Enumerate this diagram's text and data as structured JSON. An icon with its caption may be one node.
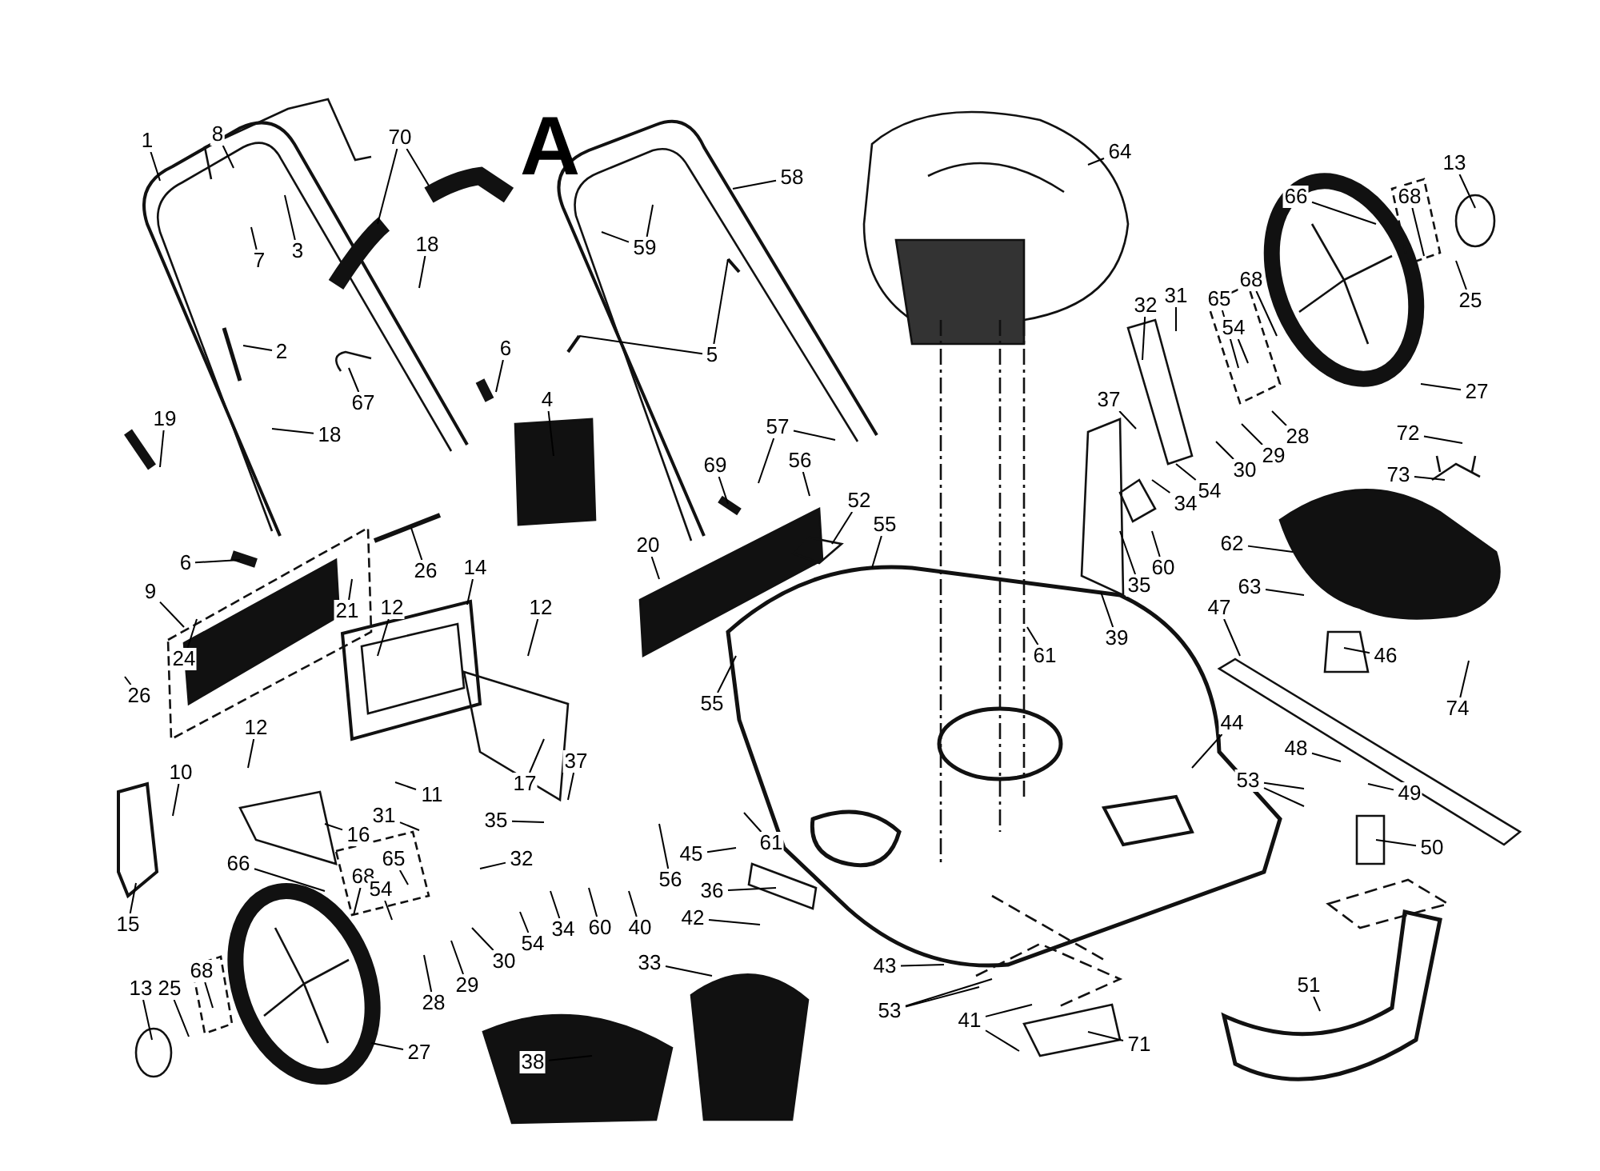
{
  "diagram": {
    "title": "A",
    "nodes": [
      {
        "text": [
          "1"
        ]
      },
      {
        "text": [
          "8"
        ]
      },
      {
        "text": [
          "70"
        ]
      },
      {
        "text": [
          "64"
        ]
      },
      {
        "text": [
          "58"
        ]
      },
      {
        "text": [
          "13"
        ]
      },
      {
        "text": [
          "66"
        ]
      },
      {
        "text": [
          "68"
        ]
      },
      {
        "text": [
          "18"
        ]
      },
      {
        "text": [
          "59"
        ]
      },
      {
        "text": [
          "7"
        ]
      },
      {
        "text": [
          "3"
        ]
      },
      {
        "text": [
          "31"
        ]
      },
      {
        "text": [
          "32"
        ]
      },
      {
        "text": [
          "65"
        ]
      },
      {
        "text": [
          "68"
        ]
      },
      {
        "text": [
          "25"
        ]
      },
      {
        "text": [
          "54"
        ]
      },
      {
        "text": [
          "6"
        ]
      },
      {
        "text": [
          "2"
        ]
      },
      {
        "text": [
          "5"
        ]
      },
      {
        "text": [
          "27"
        ]
      },
      {
        "text": [
          "37"
        ]
      },
      {
        "text": [
          "67"
        ]
      },
      {
        "text": [
          "4"
        ]
      },
      {
        "text": [
          "19"
        ]
      },
      {
        "text": [
          "57"
        ]
      },
      {
        "text": [
          "72"
        ]
      },
      {
        "text": [
          "18"
        ]
      },
      {
        "text": [
          "28"
        ]
      },
      {
        "text": [
          "56"
        ]
      },
      {
        "text": [
          "69"
        ]
      },
      {
        "text": [
          "30"
        ]
      },
      {
        "text": [
          "73"
        ]
      },
      {
        "text": [
          "29"
        ]
      },
      {
        "text": [
          "54"
        ]
      },
      {
        "text": [
          "52"
        ]
      },
      {
        "text": [
          "34"
        ]
      },
      {
        "text": [
          "55"
        ]
      },
      {
        "text": [
          "62"
        ]
      },
      {
        "text": [
          "20"
        ]
      },
      {
        "text": [
          "6"
        ]
      },
      {
        "text": [
          "14"
        ]
      },
      {
        "text": [
          "60"
        ]
      },
      {
        "text": [
          "26"
        ]
      },
      {
        "text": [
          "35"
        ]
      },
      {
        "text": [
          "63"
        ]
      },
      {
        "text": [
          "9"
        ]
      },
      {
        "text": [
          "12"
        ]
      },
      {
        "text": [
          "12"
        ]
      },
      {
        "text": [
          "21"
        ]
      },
      {
        "text": [
          "47"
        ]
      },
      {
        "text": [
          "39"
        ]
      },
      {
        "text": [
          "61"
        ]
      },
      {
        "text": [
          "46"
        ]
      },
      {
        "text": [
          "24"
        ]
      },
      {
        "text": [
          "26"
        ]
      },
      {
        "text": [
          "55"
        ]
      },
      {
        "text": [
          "74"
        ]
      },
      {
        "text": [
          "44"
        ]
      },
      {
        "text": [
          "12"
        ]
      },
      {
        "text": [
          "37"
        ]
      },
      {
        "text": [
          "48"
        ]
      },
      {
        "text": [
          "53"
        ]
      },
      {
        "text": [
          "10"
        ]
      },
      {
        "text": [
          "49"
        ]
      },
      {
        "text": [
          "11"
        ]
      },
      {
        "text": [
          "17"
        ]
      },
      {
        "text": [
          "31"
        ]
      },
      {
        "text": [
          "35"
        ]
      },
      {
        "text": [
          "16"
        ]
      },
      {
        "text": [
          "61"
        ]
      },
      {
        "text": [
          "50"
        ]
      },
      {
        "text": [
          "32"
        ]
      },
      {
        "text": [
          "45"
        ]
      },
      {
        "text": [
          "65"
        ]
      },
      {
        "text": [
          "66"
        ]
      },
      {
        "text": [
          "68"
        ]
      },
      {
        "text": [
          "56"
        ]
      },
      {
        "text": [
          "54"
        ]
      },
      {
        "text": [
          "36"
        ]
      },
      {
        "text": [
          "42"
        ]
      },
      {
        "text": [
          "15"
        ]
      },
      {
        "text": [
          "34"
        ]
      },
      {
        "text": [
          "60"
        ]
      },
      {
        "text": [
          "40"
        ]
      },
      {
        "text": [
          "54"
        ]
      },
      {
        "text": [
          "30"
        ]
      },
      {
        "text": [
          "33"
        ]
      },
      {
        "text": [
          "43"
        ]
      },
      {
        "text": [
          "68"
        ]
      },
      {
        "text": [
          "29"
        ]
      },
      {
        "text": [
          "51"
        ]
      },
      {
        "text": [
          "13"
        ]
      },
      {
        "text": [
          "25"
        ]
      },
      {
        "text": [
          "28"
        ]
      },
      {
        "text": [
          "53"
        ]
      },
      {
        "text": [
          "41"
        ]
      },
      {
        "text": [
          "71"
        ]
      },
      {
        "text": [
          "27"
        ]
      },
      {
        "text": [
          "38"
        ]
      }
    ],
    "edges": [
      {
        "from": 0,
        "to": null,
        "arrow": "none"
      },
      {
        "from": 1,
        "to": null,
        "arrow": "none"
      },
      {
        "from": 2,
        "to": null,
        "arrow": "none"
      },
      {
        "from": 2,
        "to": null,
        "arrow": "none"
      },
      {
        "from": 3,
        "to": null,
        "arrow": "none"
      },
      {
        "from": 4,
        "to": null,
        "arrow": "none"
      },
      {
        "from": 5,
        "to": null,
        "arrow": "none"
      },
      {
        "from": 6,
        "to": null,
        "arrow": "none"
      },
      {
        "from": 7,
        "to": null,
        "arrow": "none"
      },
      {
        "from": 8,
        "to": null,
        "arrow": "none"
      },
      {
        "from": 9,
        "to": null,
        "arrow": "none"
      },
      {
        "from": 9,
        "to": null,
        "arrow": "none"
      },
      {
        "from": 10,
        "to": null,
        "arrow": "none"
      },
      {
        "from": 11,
        "to": null,
        "arrow": "none"
      },
      {
        "from": 12,
        "to": null,
        "arrow": "none"
      },
      {
        "from": 13,
        "to": null,
        "arrow": "none"
      },
      {
        "from": 14,
        "to": null,
        "arrow": "none"
      },
      {
        "from": 15,
        "to": null,
        "arrow": "none"
      },
      {
        "from": 16,
        "to": null,
        "arrow": "none"
      },
      {
        "from": 17,
        "to": null,
        "arrow": "none"
      },
      {
        "from": 18,
        "to": null,
        "arrow": "none"
      },
      {
        "from": 19,
        "to": null,
        "arrow": "none"
      },
      {
        "from": 20,
        "to": null,
        "arrow": "none"
      },
      {
        "from": 20,
        "to": null,
        "arrow": "none"
      },
      {
        "from": 21,
        "to": null,
        "arrow": "none"
      },
      {
        "from": 22,
        "to": null,
        "arrow": "none"
      },
      {
        "from": 23,
        "to": null,
        "arrow": "none"
      },
      {
        "from": 24,
        "to": null,
        "arrow": "none"
      },
      {
        "from": 25,
        "to": null,
        "arrow": "none"
      },
      {
        "from": 26,
        "to": null,
        "arrow": "none"
      },
      {
        "from": 26,
        "to": null,
        "arrow": "none"
      },
      {
        "from": 27,
        "to": null,
        "arrow": "none"
      },
      {
        "from": 28,
        "to": null,
        "arrow": "none"
      },
      {
        "from": 29,
        "to": null,
        "arrow": "none"
      },
      {
        "from": 30,
        "to": null,
        "arrow": "none"
      },
      {
        "from": 31,
        "to": null,
        "arrow": "none"
      },
      {
        "from": 32,
        "to": null,
        "arrow": "none"
      },
      {
        "from": 33,
        "to": null,
        "arrow": "none"
      },
      {
        "from": 34,
        "to": null,
        "arrow": "none"
      },
      {
        "from": 35,
        "to": null,
        "arrow": "none"
      },
      {
        "from": 36,
        "to": null,
        "arrow": "none"
      },
      {
        "from": 37,
        "to": null,
        "arrow": "none"
      },
      {
        "from": 38,
        "to": null,
        "arrow": "none"
      },
      {
        "from": 39,
        "to": null,
        "arrow": "none"
      },
      {
        "from": 40,
        "to": null,
        "arrow": "none"
      },
      {
        "from": 41,
        "to": null,
        "arrow": "none"
      },
      {
        "from": 42,
        "to": null,
        "arrow": "none"
      },
      {
        "from": 43,
        "to": null,
        "arrow": "none"
      },
      {
        "from": 44,
        "to": null,
        "arrow": "none"
      },
      {
        "from": 45,
        "to": null,
        "arrow": "none"
      },
      {
        "from": 46,
        "to": null,
        "arrow": "none"
      },
      {
        "from": 47,
        "to": null,
        "arrow": "none"
      },
      {
        "from": 48,
        "to": null,
        "arrow": "none"
      },
      {
        "from": 49,
        "to": null,
        "arrow": "none"
      },
      {
        "from": 50,
        "to": null,
        "arrow": "none"
      },
      {
        "from": 51,
        "to": null,
        "arrow": "none"
      },
      {
        "from": 52,
        "to": null,
        "arrow": "none"
      },
      {
        "from": 53,
        "to": null,
        "arrow": "none"
      },
      {
        "from": 54,
        "to": null,
        "arrow": "none"
      },
      {
        "from": 55,
        "to": null,
        "arrow": "none"
      },
      {
        "from": 56,
        "to": null,
        "arrow": "none"
      },
      {
        "from": 57,
        "to": null,
        "arrow": "none"
      },
      {
        "from": 58,
        "to": null,
        "arrow": "none"
      },
      {
        "from": 59,
        "to": null,
        "arrow": "none"
      },
      {
        "from": 60,
        "to": null,
        "arrow": "none"
      },
      {
        "from": 61,
        "to": null,
        "arrow": "none"
      },
      {
        "from": 62,
        "to": null,
        "arrow": "none"
      },
      {
        "from": 63,
        "to": null,
        "arrow": "none"
      },
      {
        "from": 63,
        "to": null,
        "arrow": "none"
      },
      {
        "from": 64,
        "to": null,
        "arrow": "none"
      },
      {
        "from": 65,
        "to": null,
        "arrow": "none"
      },
      {
        "from": 66,
        "to": null,
        "arrow": "none"
      },
      {
        "from": 67,
        "to": null,
        "arrow": "none"
      },
      {
        "from": 68,
        "to": null,
        "arrow": "none"
      },
      {
        "from": 69,
        "to": null,
        "arrow": "none"
      },
      {
        "from": 70,
        "to": null,
        "arrow": "none"
      },
      {
        "from": 71,
        "to": null,
        "arrow": "none"
      },
      {
        "from": 72,
        "to": null,
        "arrow": "none"
      },
      {
        "from": 73,
        "to": null,
        "arrow": "none"
      },
      {
        "from": 74,
        "to": null,
        "arrow": "none"
      },
      {
        "from": 75,
        "to": null,
        "arrow": "none"
      },
      {
        "from": 76,
        "to": null,
        "arrow": "none"
      },
      {
        "from": 77,
        "to": null,
        "arrow": "none"
      },
      {
        "from": 78,
        "to": null,
        "arrow": "none"
      },
      {
        "from": 79,
        "to": null,
        "arrow": "none"
      },
      {
        "from": 80,
        "to": null,
        "arrow": "none"
      },
      {
        "from": 81,
        "to": null,
        "arrow": "none"
      },
      {
        "from": 82,
        "to": null,
        "arrow": "none"
      },
      {
        "from": 83,
        "to": null,
        "arrow": "none"
      },
      {
        "from": 84,
        "to": null,
        "arrow": "none"
      },
      {
        "from": 85,
        "to": null,
        "arrow": "none"
      },
      {
        "from": 86,
        "to": null,
        "arrow": "none"
      },
      {
        "from": 87,
        "to": null,
        "arrow": "none"
      },
      {
        "from": 88,
        "to": null,
        "arrow": "none"
      },
      {
        "from": 89,
        "to": null,
        "arrow": "none"
      },
      {
        "from": 90,
        "to": null,
        "arrow": "none"
      },
      {
        "from": 91,
        "to": null,
        "arrow": "none"
      },
      {
        "from": 92,
        "to": null,
        "arrow": "none"
      },
      {
        "from": 93,
        "to": null,
        "arrow": "none"
      },
      {
        "from": 94,
        "to": null,
        "arrow": "none"
      },
      {
        "from": 95,
        "to": null,
        "arrow": "none"
      },
      {
        "from": 96,
        "to": null,
        "arrow": "none"
      },
      {
        "from": 96,
        "to": null,
        "arrow": "none"
      },
      {
        "from": 97,
        "to": null,
        "arrow": "none"
      },
      {
        "from": 97,
        "to": null,
        "arrow": "none"
      },
      {
        "from": 98,
        "to": null,
        "arrow": "none"
      },
      {
        "from": 99,
        "to": null,
        "arrow": "none"
      },
      {
        "from": 100,
        "to": null,
        "arrow": "none"
      }
    ]
  }
}
